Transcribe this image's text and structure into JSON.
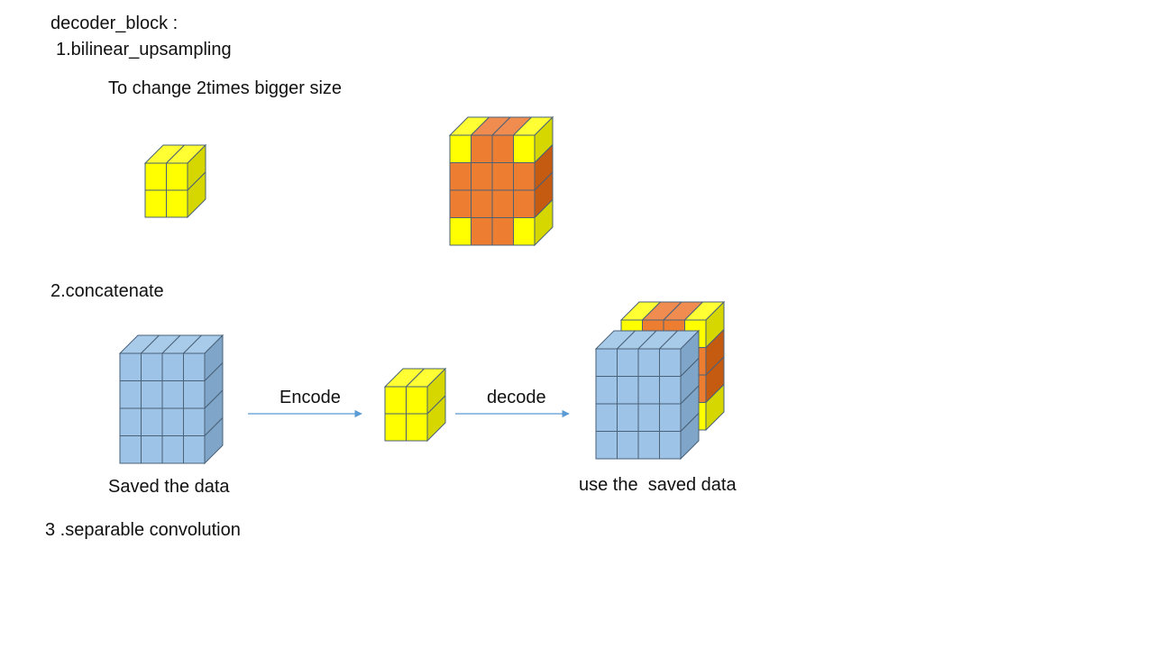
{
  "slide": {
    "title": "decoder_block :",
    "step1": {
      "heading": "1.bilinear_upsampling",
      "description": "To change 2times bigger size"
    },
    "step2": {
      "heading": "2.concatenate",
      "encode_label": "Encode",
      "decode_label": "decode",
      "saved_caption": "Saved the data",
      "use_caption": "use the  saved data"
    },
    "step3": {
      "heading": "3 .separable convolution"
    }
  },
  "colors": {
    "yellow_front": "#FFFF00",
    "yellow_top": "#FFFF33",
    "yellow_side": "#D6D600",
    "orange_front": "#ED7D31",
    "orange_top": "#F08C50",
    "orange_side": "#C55A11",
    "blue_front": "#9DC3E6",
    "blue_top": "#A9CBEA",
    "blue_side": "#7FA6C9",
    "grid_line": "#4A6178",
    "arrow": "#5B9BD5"
  },
  "grids": {
    "small_input_cube": {
      "cols": 2,
      "rows": 2,
      "pattern": "all-yellow"
    },
    "upsampled_cube": {
      "cols": 4,
      "rows": 4,
      "pattern": "yellow-border-orange-inside"
    },
    "saved_data_cube": {
      "cols": 4,
      "rows": 4,
      "pattern": "all-blue"
    },
    "encoded_cube": {
      "cols": 2,
      "rows": 2,
      "pattern": "all-yellow"
    },
    "concat_back_cube": {
      "cols": 4,
      "rows": 4,
      "pattern": "yellow-border-orange-inside"
    },
    "concat_front_cube": {
      "cols": 4,
      "rows": 4,
      "pattern": "all-blue"
    }
  }
}
